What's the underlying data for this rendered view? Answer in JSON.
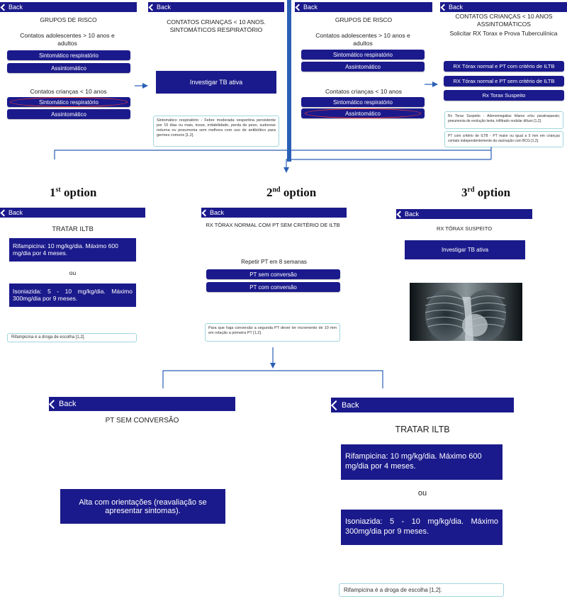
{
  "back_label": "Back",
  "screen1": {
    "title": "GRUPOS DE RISCO",
    "adolescent_heading": "Contatos adolescentes > 10 anos e adultos",
    "btn_sintomatico": "Sintomático respiratório",
    "btn_assintomatico": "Assintomático",
    "children_heading": "Contatos crianças < 10 anos",
    "btn_child_sintomatico": "Sintomático respiratório",
    "btn_child_assintomatico": "Assintomático"
  },
  "screen2": {
    "title": "CONTATOS CRIANÇAS < 10 ANOS. SINTOMÁTICOS RESPIRATÓRIO",
    "box": "Investigar TB ativa",
    "note": "Sintomático respiratório - Febre moderada vespertina persistente por 15 dias ou mais, tosse, irritabilidade, perda de peso, sudorese noturna ou pneumonia sem melhora com uso de antibiótico para germes comuns [1,2]."
  },
  "screen3": {
    "title": "GRUPOS DE RISCO",
    "adolescent_heading": "Contatos adolescentes > 10 anos e adultos",
    "btn_sintomatico": "Sintomático respiratório",
    "btn_assintomatico": "Assintomático",
    "children_heading": "Contatos crianças < 10 anos",
    "btn_child_sintomatico": "Sintomático respiratório",
    "btn_child_assintomatico": "Assintomático"
  },
  "screen4": {
    "title": "CONTATOS CRIANÇAS < 10 ANOS ASSINTOMÁTICOS",
    "subtitle": "Solicitar RX Torax e Prova Tuberculínica",
    "btn_normal_com": "RX Tórax normal e PT com critério de ILTB",
    "btn_normal_sem": "RX Tórax normal e PT sem critério de ILTB",
    "btn_suspeito": "Rx Torax Suspeito",
    "note1": "Rx Torax Suspeito - Adenomegalias hilares e/ou paratraqueais; pneumonia de evolução lenta; infiltrado nodular difuso [1,2].",
    "note2": "PT com critério de ILTB - PT maior ou igual a 5 mm em crianças contato independentemente da vacinação com BCG [1,2]."
  },
  "options": {
    "o1_num": "1",
    "o1_sup": "st",
    "o1_word": " option",
    "o2_num": "2",
    "o2_sup": "nd",
    "o2_word": " option",
    "o3_num": "3",
    "o3_sup": "rd",
    "o3_word": " option"
  },
  "screen5": {
    "title": "TRATAR ILTB",
    "box1": "Rifampicina: 10 mg/kg/dia. Máximo 600 mg/dia por 4 meses.",
    "ou": "ou",
    "box2": "Isoniazida: 5 - 10 mg/kg/dia. Máximo 300mg/dia por 9 meses.",
    "note": "Rifampicina é a droga de escolha [1,2]."
  },
  "screen6": {
    "title": "RX TÓRAX NORMAL COM PT SEM CRITÉRIO DE ILTB",
    "repeat": "Repetir PT em 8 semanas",
    "btn_sem": "PT sem conversão",
    "btn_com": "PT com conversão",
    "note": "Para que haja conversão a segunda PT dever ter incremento de 10 mm em relação a primeira PT [1,2]."
  },
  "screen7": {
    "title": "RX TÓRAX SUSPEITO",
    "box": "Investigar TB ativa",
    "image_alt": "chest-xray"
  },
  "screen8": {
    "title": "PT SEM CONVERSÃO",
    "box": "Alta com orientações (reavaliação se apresentar sintomas)."
  },
  "screen9": {
    "title": "TRATAR ILTB",
    "box1": "Rifampicina: 10 mg/kg/dia. Máximo 600 mg/dia por 4 meses.",
    "ou": "ou",
    "box2": "Isoniazida: 5 - 10 mg/kg/dia. Máximo 300mg/dia por 9 meses.",
    "note": "Rifampicina é a droga de escolha [1,2]."
  },
  "colors": {
    "brand": "#1b1a8c",
    "connector": "#2b5fb6",
    "highlight": "#e23a3a",
    "note_border": "#9fd6dd"
  }
}
